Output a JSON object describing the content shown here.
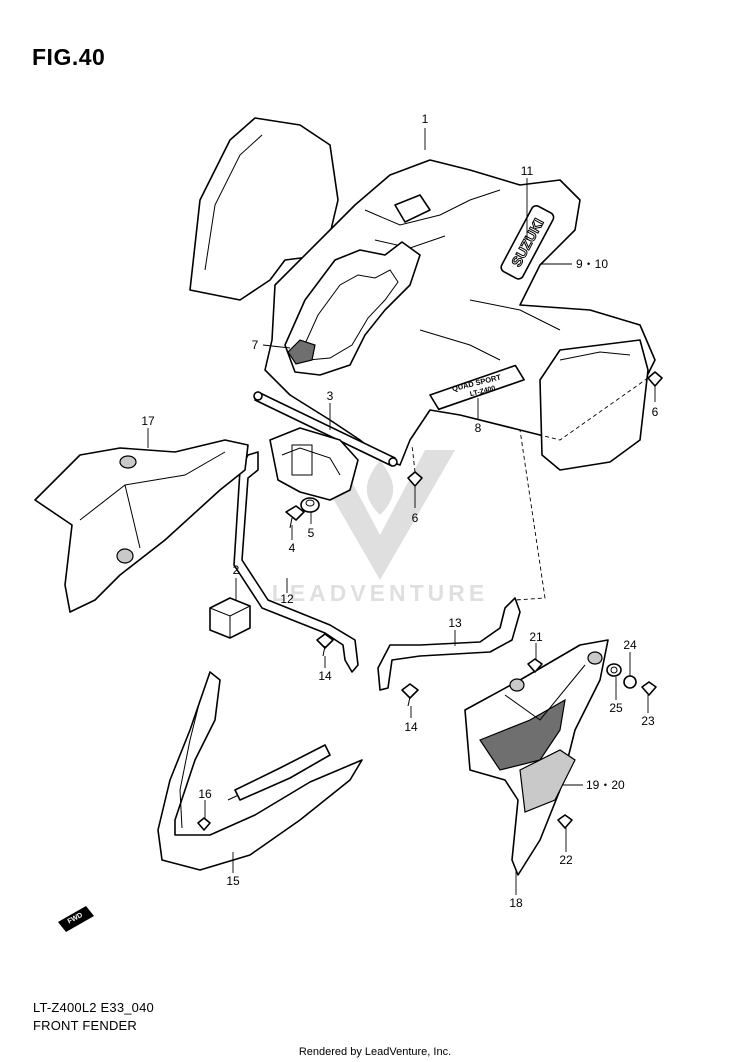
{
  "figure": {
    "title": "FIG.40"
  },
  "watermark": {
    "text": "LEADVENTURE"
  },
  "callouts": {
    "c1": "1",
    "c2": "2",
    "c3": "3",
    "c4": "4",
    "c5": "5",
    "c6a": "6",
    "c6b": "6",
    "c7": "7",
    "c8": "8",
    "c9_10": "9・10",
    "c11": "11",
    "c12": "12",
    "c13": "13",
    "c14a": "14",
    "c14b": "14",
    "c15": "15",
    "c16": "16",
    "c17": "17",
    "c18": "18",
    "c19_20": "19・20",
    "c21": "21",
    "c22": "22",
    "c23": "23",
    "c24": "24",
    "c25": "25"
  },
  "decals": {
    "brand": "SUZUKI",
    "model_line1": "QUAD SPORT",
    "model_line2": "LT-Z400"
  },
  "fwd_icon_label": "FWD",
  "info": {
    "code": "LT-Z400L2 E33_040",
    "name": "FRONT FENDER"
  },
  "footer": {
    "text": "Rendered by LeadVenture, Inc."
  }
}
